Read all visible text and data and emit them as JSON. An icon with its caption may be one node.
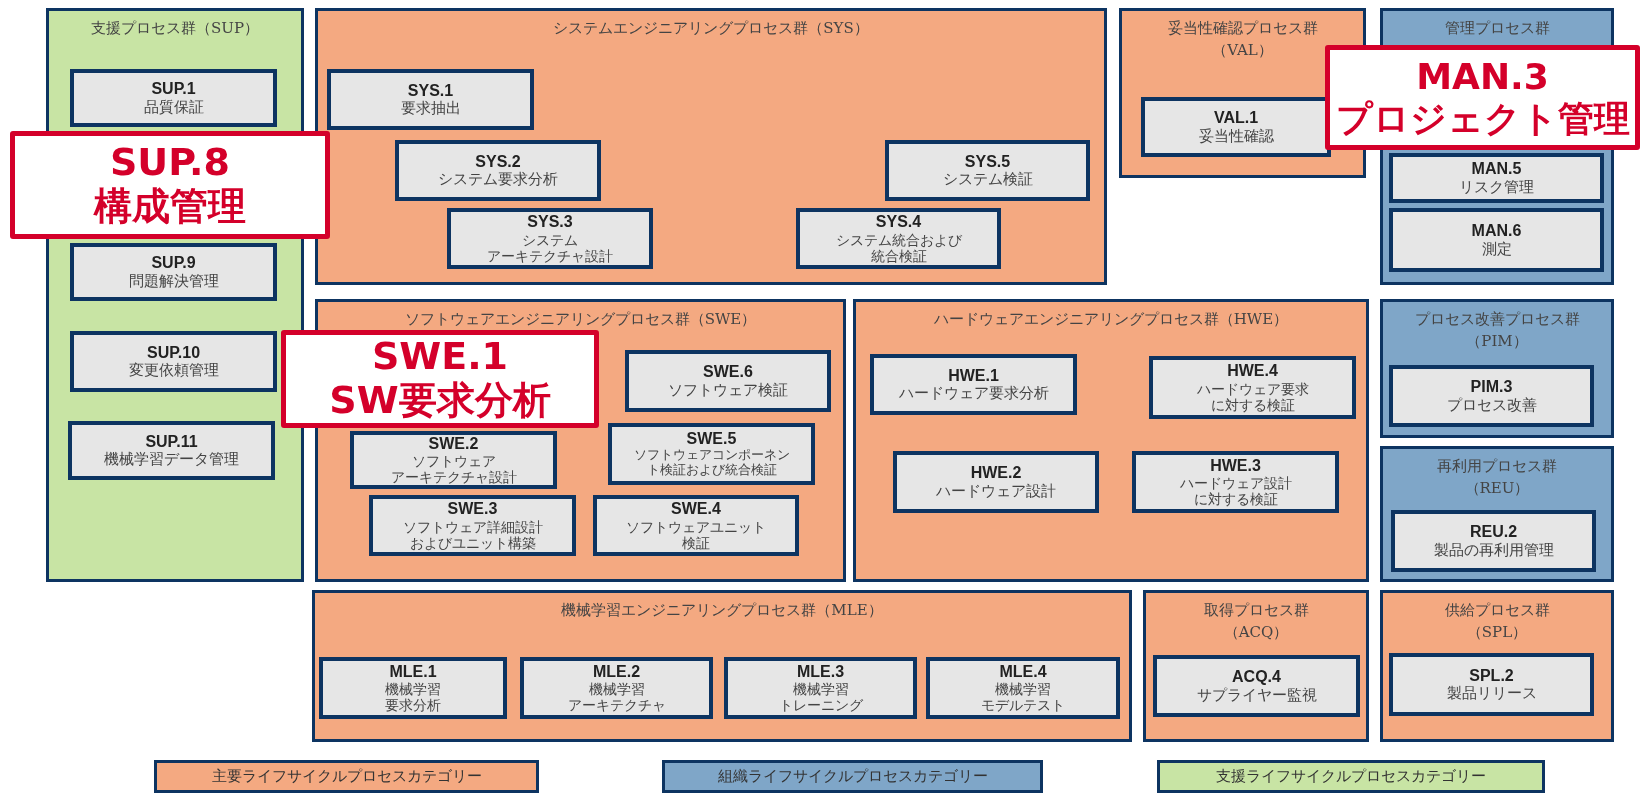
{
  "diagram": {
    "nodes": [
      {
        "text": [
          "支援プロセス群（SUP）"
        ]
      },
      {
        "text": [
          "SUP.1",
          "品質保証"
        ],
        "in": 0
      },
      {
        "text": [
          "SUP.8",
          "構成管理"
        ]
      },
      {
        "text": [
          "SUP.9",
          "問題解決管理"
        ],
        "in": 0
      },
      {
        "text": [
          "SUP.10",
          "変更依頼管理"
        ],
        "in": 0
      },
      {
        "text": [
          "SUP.11",
          "機械学習データ管理"
        ],
        "in": 0
      },
      {
        "text": [
          "システムエンジニアリングプロセス群（SYS）"
        ]
      },
      {
        "text": [
          "SYS.1",
          "要求抽出"
        ],
        "in": 6
      },
      {
        "text": [
          "SYS.2",
          "システム要求分析"
        ],
        "in": 6
      },
      {
        "text": [
          "SYS.3",
          "システムアーキテクチャ設計"
        ],
        "in": 6
      },
      {
        "text": [
          "SYS.5",
          "システム検証"
        ],
        "in": 6
      },
      {
        "text": [
          "SYS.4",
          "システム統合および統合検証"
        ],
        "in": 6
      },
      {
        "text": [
          "妥当性確認プロセス群（VAL）"
        ]
      },
      {
        "text": [
          "VAL.1",
          "妥当性確認"
        ],
        "in": 12
      },
      {
        "text": [
          "管理プロセス群"
        ]
      },
      {
        "text": [
          "MAN.3",
          "プロジェクト管理"
        ]
      },
      {
        "text": [
          "MAN.5",
          "リスク管理"
        ],
        "in": 14
      },
      {
        "text": [
          "MAN.6",
          "測定"
        ],
        "in": 14
      },
      {
        "text": [
          "ソフトウェアエンジニアリングプロセス群（SWE）"
        ]
      },
      {
        "text": [
          "SWE.1",
          "SW要求分析"
        ]
      },
      {
        "text": [
          "SWE.6",
          "ソフトウェア検証"
        ],
        "in": 18
      },
      {
        "text": [
          "SWE.2",
          "ソフトウェアアーキテクチャ設計"
        ],
        "in": 18
      },
      {
        "text": [
          "SWE.5",
          "ソフトウェアコンポーネント検証および統合検証"
        ],
        "in": 18
      },
      {
        "text": [
          "SWE.3",
          "ソフトウェア詳細設計およびユニット構築"
        ],
        "in": 18
      },
      {
        "text": [
          "SWE.4",
          "ソフトウェアユニット検証"
        ],
        "in": 18
      },
      {
        "text": [
          "ハードウェアエンジニアリングプロセス群（HWE）"
        ]
      },
      {
        "text": [
          "HWE.1",
          "ハードウェア要求分析"
        ],
        "in": 25
      },
      {
        "text": [
          "HWE.4",
          "ハードウェア要求に対する検証"
        ],
        "in": 25
      },
      {
        "text": [
          "HWE.2",
          "ハードウェア設計"
        ],
        "in": 25
      },
      {
        "text": [
          "HWE.3",
          "ハードウェア設計に対する検証"
        ],
        "in": 25
      },
      {
        "text": [
          "プロセス改善プロセス群（PIM）"
        ]
      },
      {
        "text": [
          "PIM.3",
          "プロセス改善"
        ],
        "in": 30
      },
      {
        "text": [
          "再利用プロセス群（REU）"
        ]
      },
      {
        "text": [
          "REU.2",
          "製品の再利用管理"
        ],
        "in": 32
      },
      {
        "text": [
          "機械学習エンジニアリングプロセス群（MLE）"
        ]
      },
      {
        "text": [
          "MLE.1",
          "機械学習要求分析"
        ],
        "in": 34
      },
      {
        "text": [
          "MLE.2",
          "機械学習アーキテクチャ"
        ],
        "in": 34
      },
      {
        "text": [
          "MLE.3",
          "機械学習トレーニング"
        ],
        "in": 34
      },
      {
        "text": [
          "MLE.4",
          "機械学習モデルテスト"
        ],
        "in": 34
      },
      {
        "text": [
          "取得プロセス群（ACQ）"
        ]
      },
      {
        "text": [
          "ACQ.4",
          "サプライヤー監視"
        ],
        "in": 39
      },
      {
        "text": [
          "供給プロセス群（SPL）"
        ]
      },
      {
        "text": [
          "SPL.2",
          "製品リリース"
        ],
        "in": 41
      }
    ],
    "legend": [
      {
        "text": "主要ライフサイクルプロセスカテゴリー",
        "color": "#f4a981"
      },
      {
        "text": "組織ライフサイクルプロセスカテゴリー",
        "color": "#7fa6c8"
      },
      {
        "text": "支援ライフサイクルプロセスカテゴリー",
        "color": "#c8e4a4"
      }
    ]
  }
}
